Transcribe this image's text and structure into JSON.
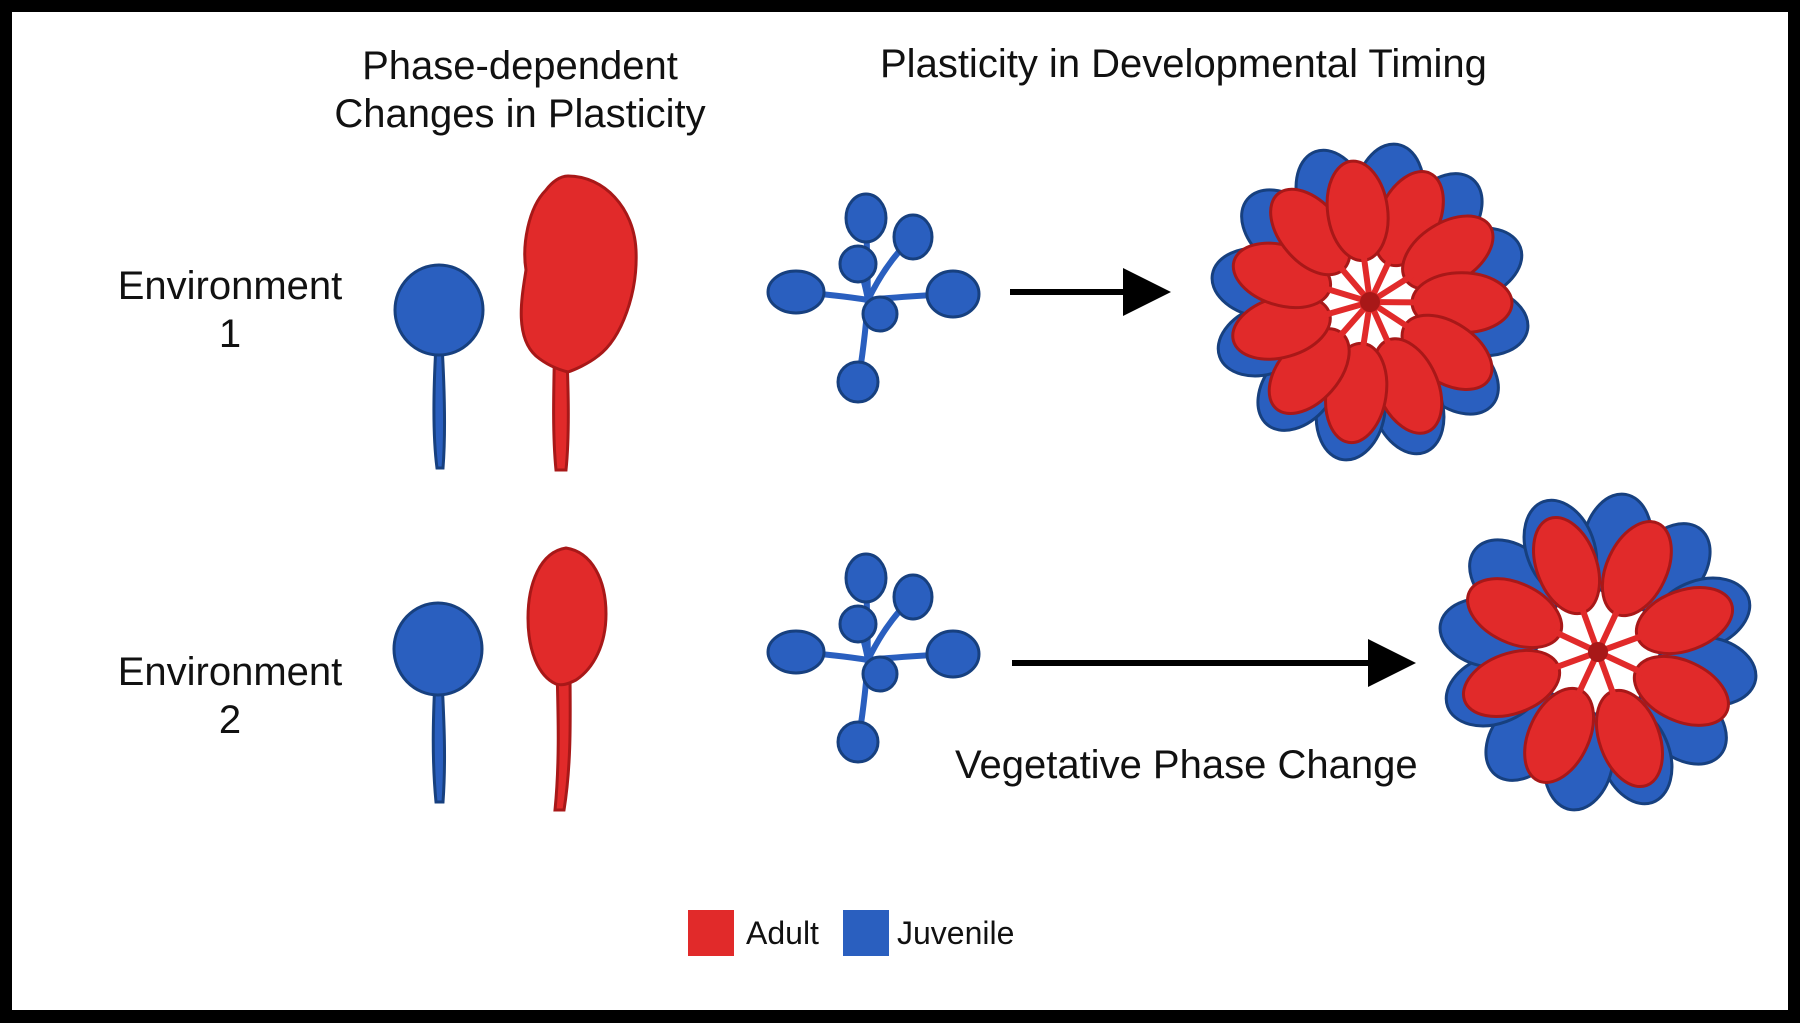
{
  "titles": {
    "phase_dependent": [
      "Phase-dependent",
      "Changes in Plasticity"
    ],
    "developmental_timing": "Plasticity in Developmental Timing"
  },
  "environments": [
    {
      "name": "Environment",
      "number": "1"
    },
    {
      "name": "Environment",
      "number": "2"
    }
  ],
  "annotation": "Vegetative Phase Change",
  "legend": [
    {
      "label": "Adult",
      "color": "#e12a2a"
    },
    {
      "label": "Juvenile",
      "color": "#2a5fbf"
    }
  ],
  "colors": {
    "adult": "#e12a2a",
    "adult_outline": "#a81818",
    "juvenile": "#2a5fbf",
    "juvenile_outline": "#17407f",
    "arrow": "#000000",
    "frame": "#000000"
  }
}
